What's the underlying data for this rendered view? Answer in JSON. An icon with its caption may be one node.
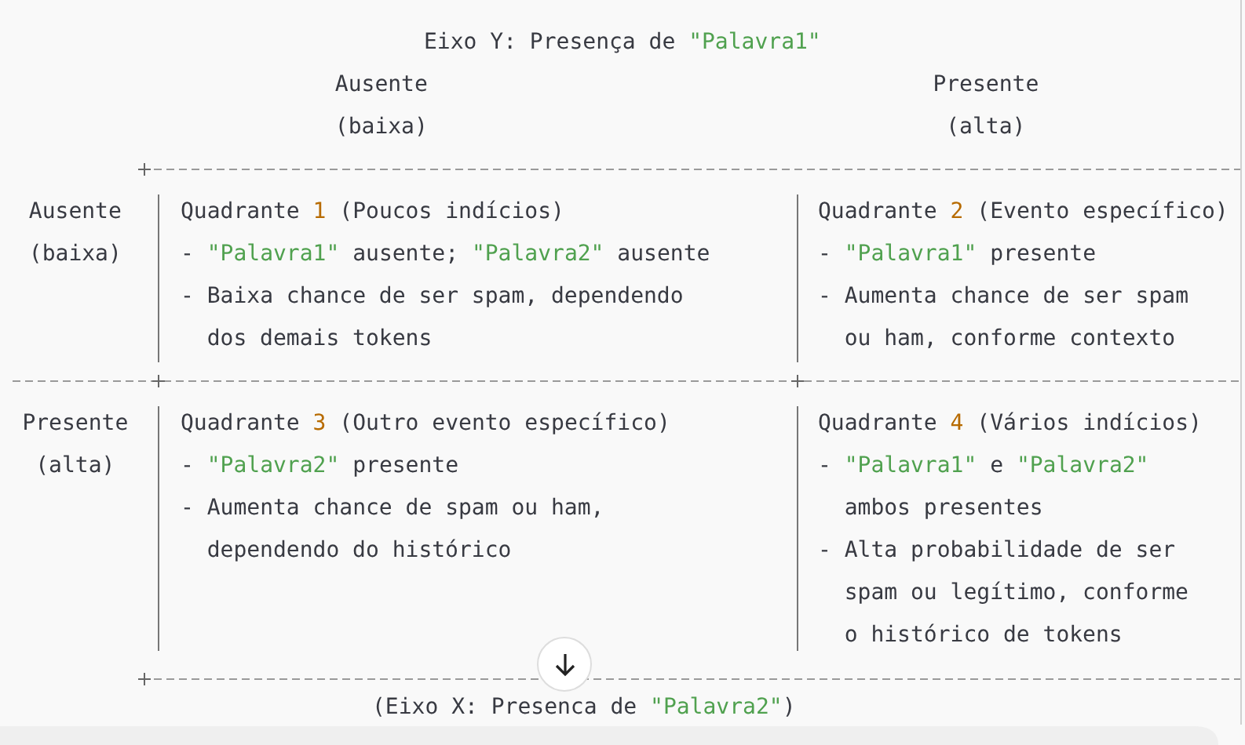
{
  "diagram": {
    "title": "Eixo Y: Presença de \"Palavra1\"",
    "caption": "(Eixo X: Presenca de \"Palavra2\")",
    "nodes": [
      {
        "text": [
          "Quadrante 1 (Poucos indícios)",
          "- \"Palavra1\" ausente; \"Palavra2\" ausente",
          "- Baixa chance de ser spam, dependendo dos demais tokens"
        ]
      },
      {
        "text": [
          "Quadrante 2 (Evento específico)",
          "- \"Palavra1\" presente",
          "- Aumenta chance de ser spam ou ham, conforme contexto"
        ]
      },
      {
        "text": [
          "Quadrante 3 (Outro evento específico)",
          "- \"Palavra2\" presente",
          "- Aumenta chance de spam ou ham, dependendo do histórico"
        ]
      },
      {
        "text": [
          "Quadrante 4 (Vários indícios)",
          "- \"Palavra1\" e \"Palavra2\" ambos presentes",
          "- Alta probabilidade de ser spam ou legítimo, conforme o histórico de tokens"
        ]
      }
    ],
    "edges": [],
    "labels": [
      "Ausente (baixa)",
      "Presente (alta)",
      "Ausente (baixa)",
      "Presente (alta)"
    ]
  }
}
